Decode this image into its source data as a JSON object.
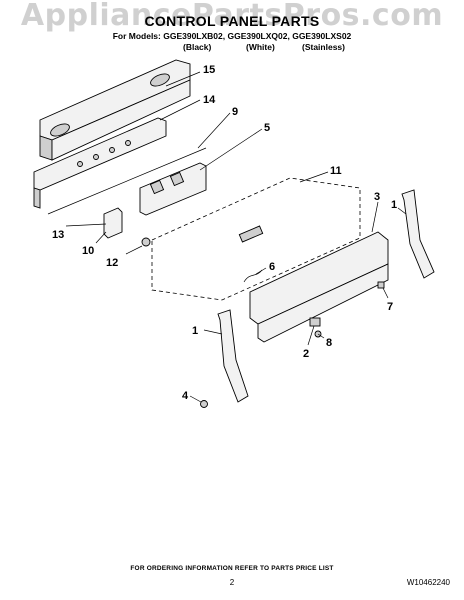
{
  "watermark": "AppliancePartsPros.com",
  "header": {
    "title": "CONTROL PANEL PARTS",
    "models_line": "For Models: GGE390LXB02, GGE390LXQ02, GGE390LXS02",
    "finishes": [
      "(Black)",
      "(White)",
      "(Stainless)"
    ]
  },
  "callouts": {
    "c15": "15",
    "c14": "14",
    "c9": "9",
    "c5": "5",
    "c11": "11",
    "c3": "3",
    "c1a": "1",
    "c13": "13",
    "c10": "10",
    "c12": "12",
    "c6": "6",
    "c7": "7",
    "c1b": "1",
    "c2": "2",
    "c8": "8",
    "c4": "4"
  },
  "footer": {
    "ordering_note": "FOR ORDERING INFORMATION REFER TO PARTS PRICE LIST",
    "page_number": "2",
    "document_number": "W10462240"
  }
}
